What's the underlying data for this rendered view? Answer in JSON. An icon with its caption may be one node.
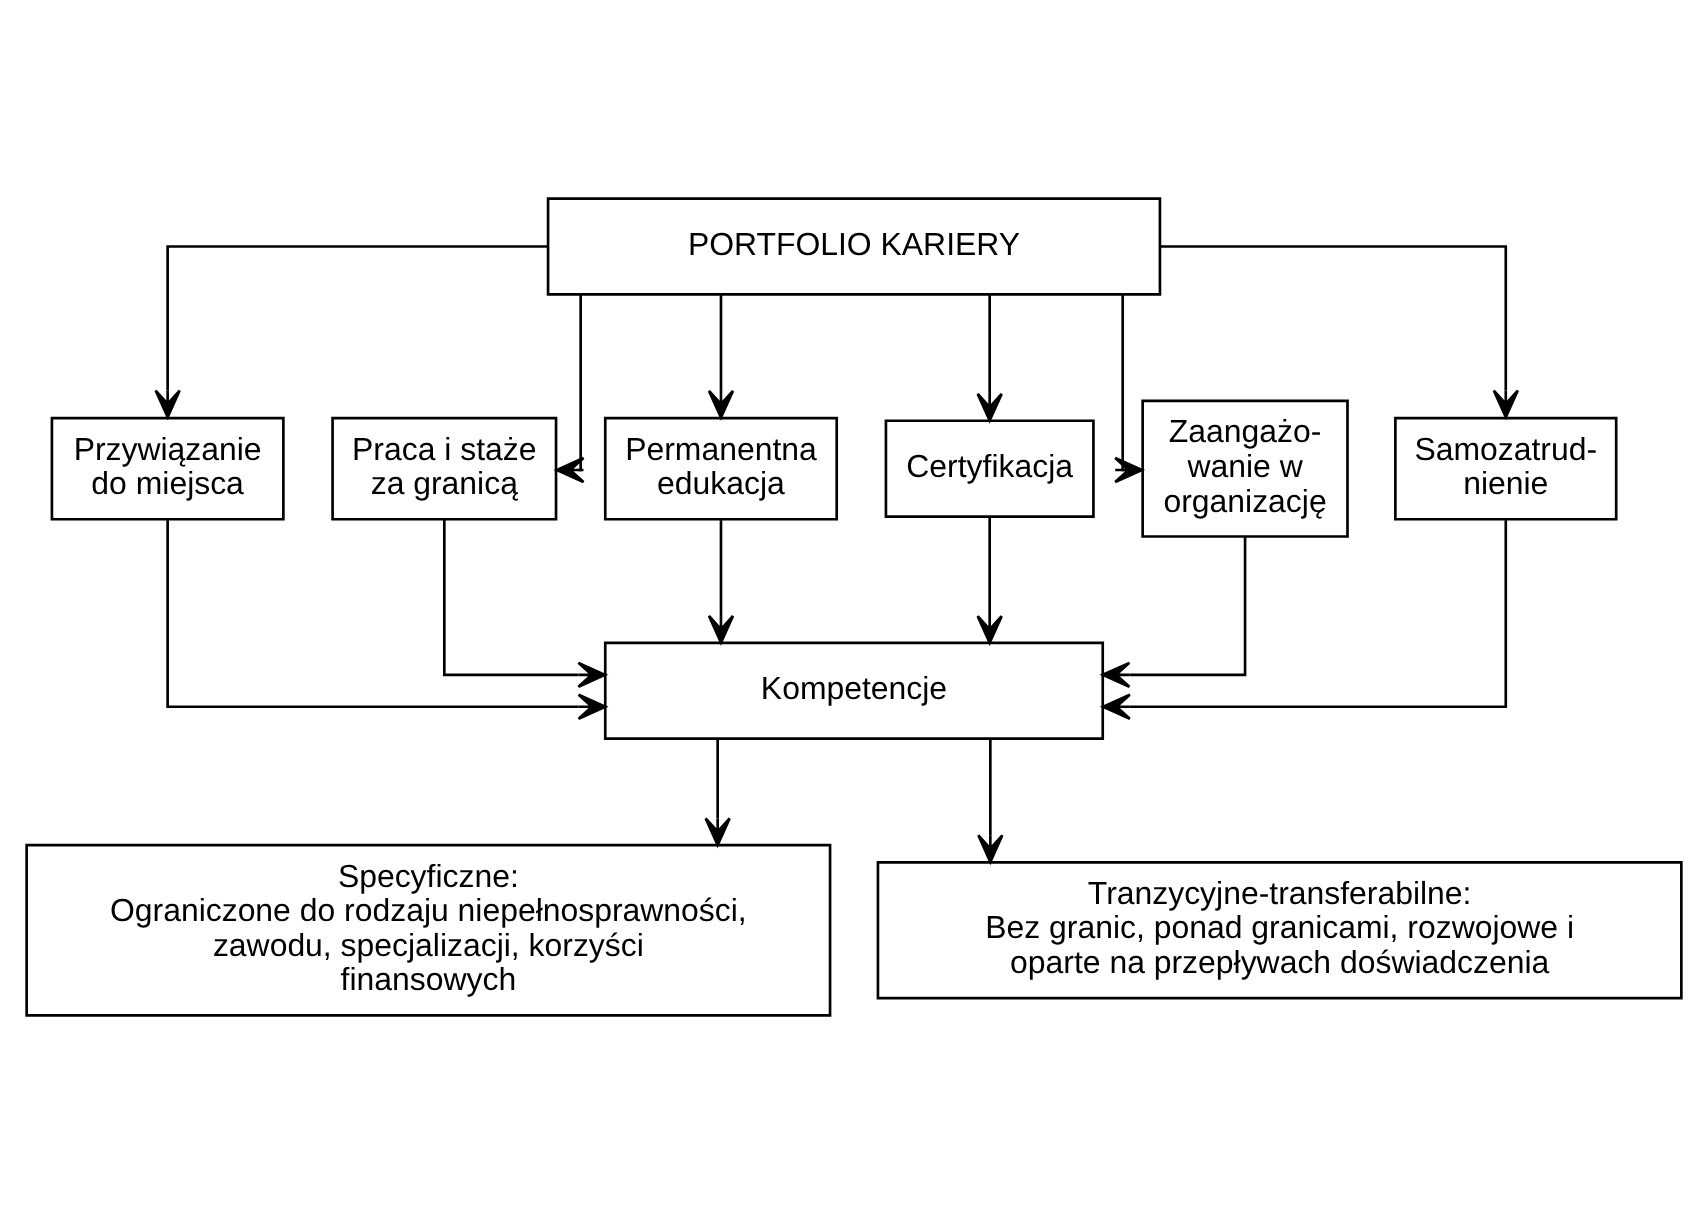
{
  "diagram": {
    "nodes": [
      {
        "text": [
          "PORTFOLIO KARIERY"
        ]
      },
      {
        "text": [
          "Przywiązanie do miejsca"
        ]
      },
      {
        "text": [
          "Praca i staże za granicą"
        ]
      },
      {
        "text": [
          "Permanentna edukacja"
        ]
      },
      {
        "text": [
          "Certyfikacja"
        ]
      },
      {
        "text": [
          "Zaangażo- wanie w organizację"
        ]
      },
      {
        "text": [
          "Samozatrud- nienie"
        ]
      },
      {
        "text": [
          "Kompetencje"
        ]
      },
      {
        "text": [
          "Specyficzne:",
          "Ograniczone do rodzaju niepełnosprawności, zawodu, specjalizacji, korzyści finansowych"
        ]
      },
      {
        "text": [
          "Tranzycyjne-transferabilne:",
          "Bez granic, ponad granicami, rozwojowe i oparte na przepływach doświadczenia"
        ]
      }
    ],
    "edges": [
      {
        "from": 0,
        "to": 1,
        "arrow": "to"
      },
      {
        "from": 0,
        "to": 2,
        "arrow": "to"
      },
      {
        "from": 0,
        "to": 3,
        "arrow": "to"
      },
      {
        "from": 0,
        "to": 4,
        "arrow": "to"
      },
      {
        "from": 0,
        "to": 5,
        "arrow": "to"
      },
      {
        "from": 0,
        "to": 6,
        "arrow": "to"
      },
      {
        "from": 1,
        "to": 7,
        "arrow": "to"
      },
      {
        "from": 2,
        "to": 7,
        "arrow": "to"
      },
      {
        "from": 3,
        "to": 7,
        "arrow": "to"
      },
      {
        "from": 4,
        "to": 7,
        "arrow": "to"
      },
      {
        "from": 5,
        "to": 7,
        "arrow": "to"
      },
      {
        "from": 6,
        "to": 7,
        "arrow": "to"
      },
      {
        "from": 7,
        "to": 8,
        "arrow": "to"
      },
      {
        "from": 7,
        "to": 9,
        "arrow": "to"
      }
    ]
  }
}
